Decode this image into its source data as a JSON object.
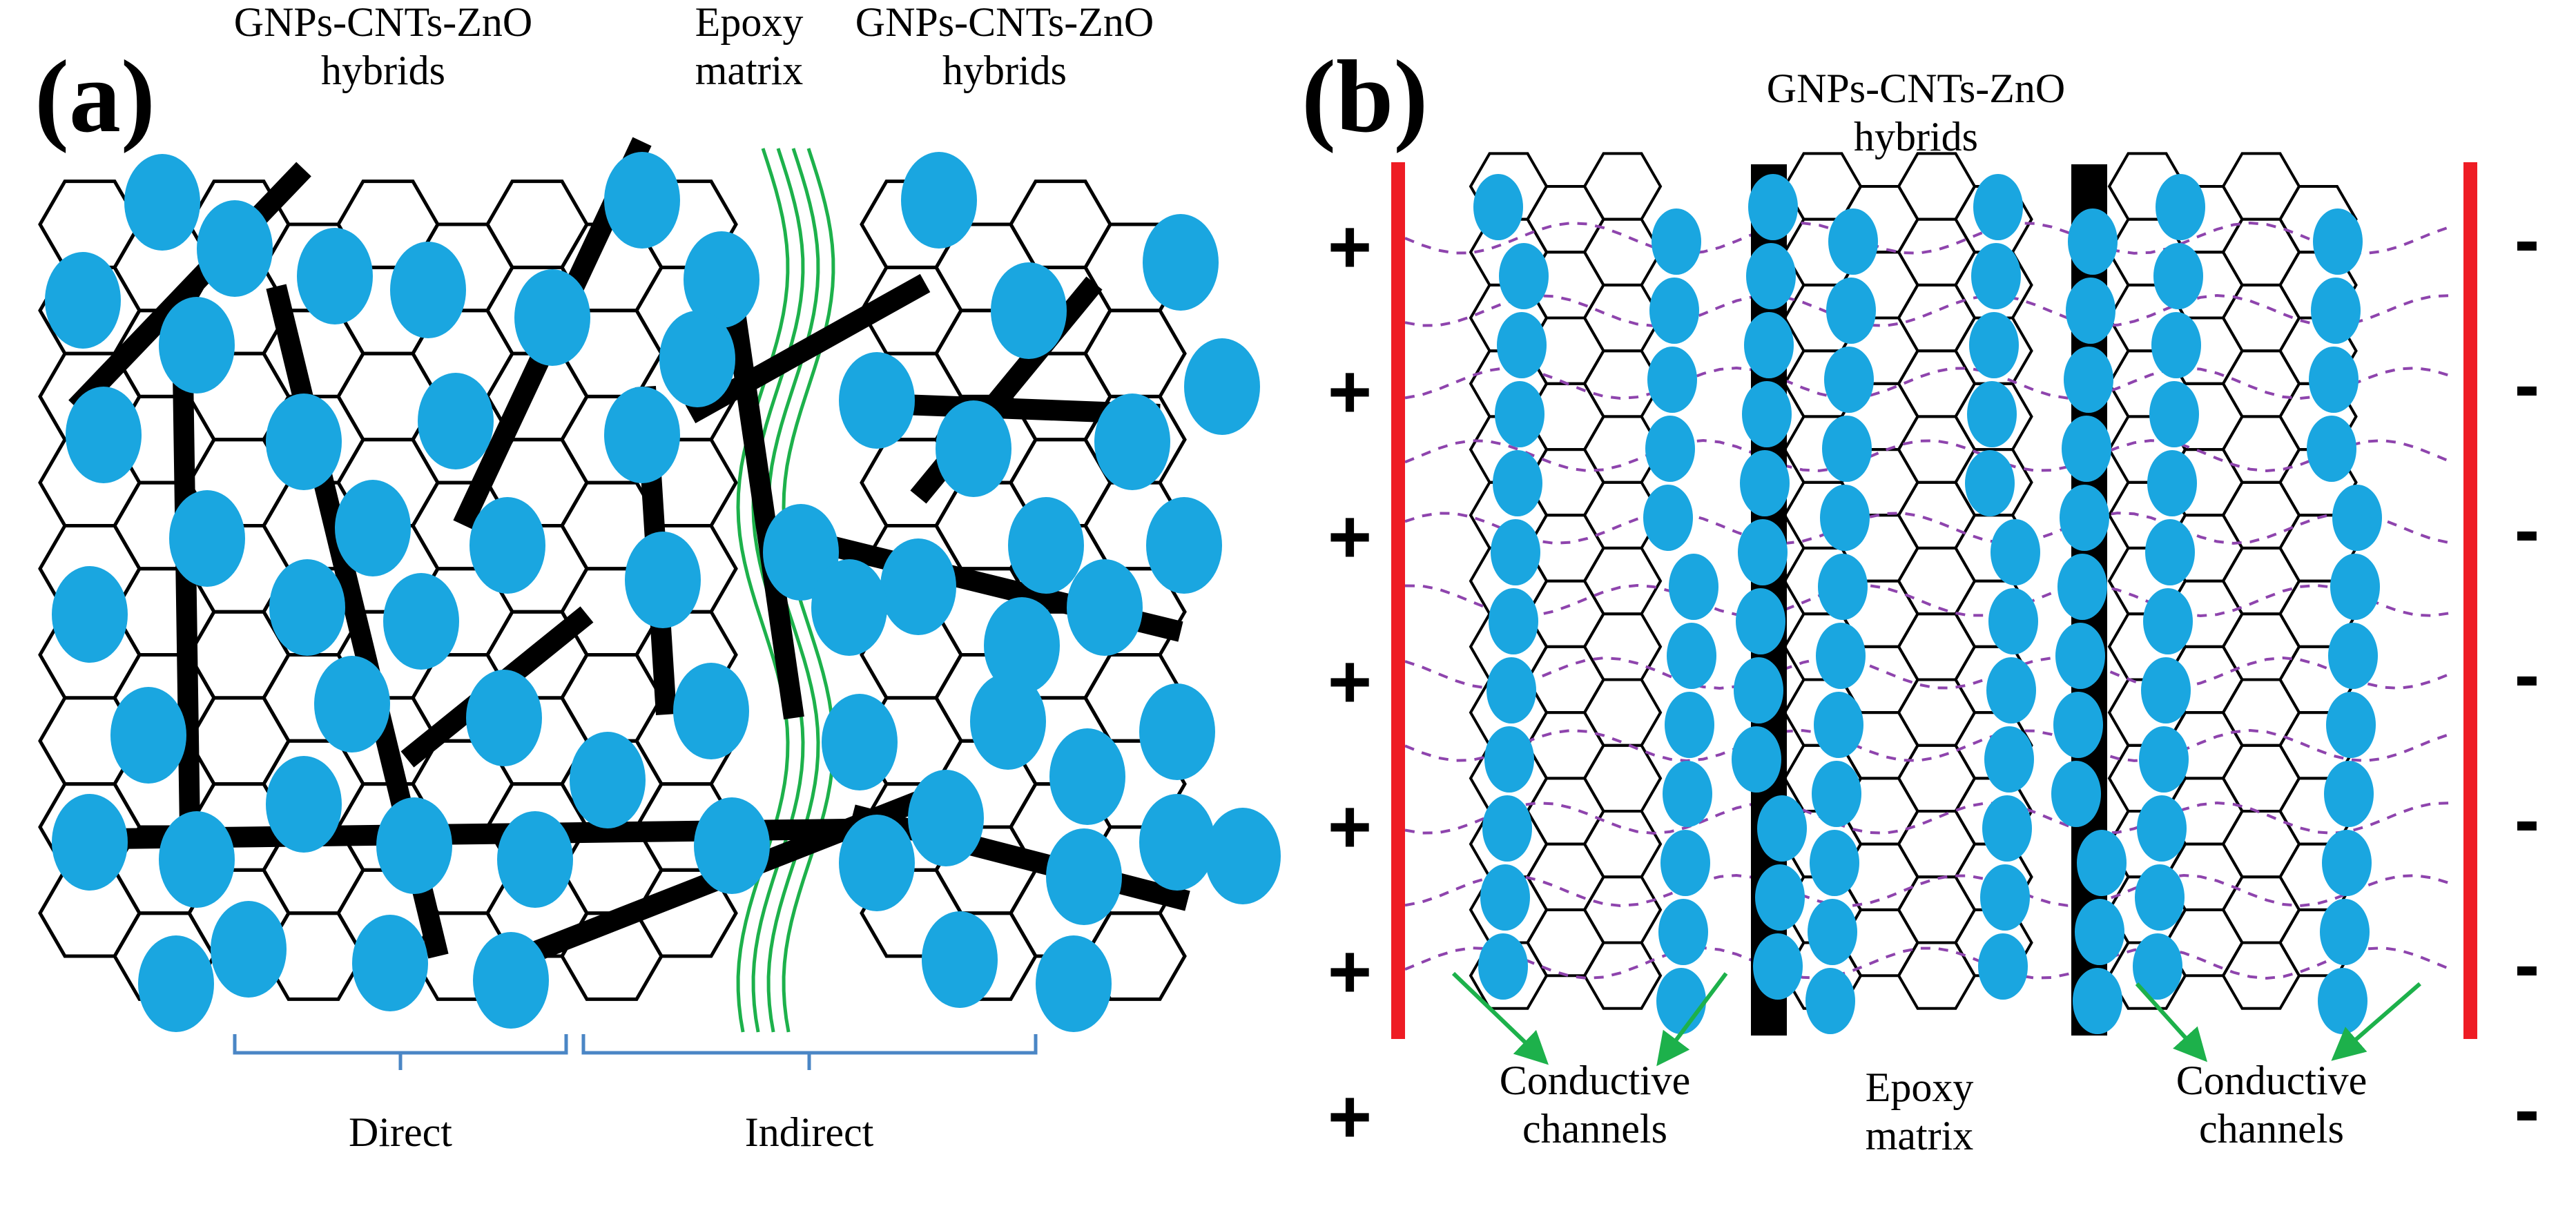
{
  "panel_a": {
    "label": "(a)",
    "hybrid_left": [
      "GNPs-CNTs-ZnO",
      "hybrids"
    ],
    "epoxy": [
      "Epoxy",
      "matrix"
    ],
    "hybrid_right": [
      "GNPs-CNTs-ZnO",
      "hybrids"
    ],
    "direct_label": "Direct",
    "indirect_label": "Indirect"
  },
  "panel_b": {
    "label": "(b)",
    "hybrid": [
      "GNPs-CNTs-ZnO",
      "hybrids"
    ],
    "conductive_left": [
      "Conductive",
      "channels"
    ],
    "epoxy": [
      "Epoxy",
      "matrix"
    ],
    "conductive_right": [
      "Conductive",
      "channels"
    ],
    "plus_sign": "+",
    "minus_sign": "-"
  },
  "colors": {
    "zno_particle": "#1aa6e0",
    "cnt": "#000000",
    "gnp_outline": "#000000",
    "epoxy_line": "#1db14b",
    "electrode": "#ee1c24",
    "bracket": "#4a86c5",
    "field_line": "#8e44ad",
    "arrow": "#1db14b"
  }
}
